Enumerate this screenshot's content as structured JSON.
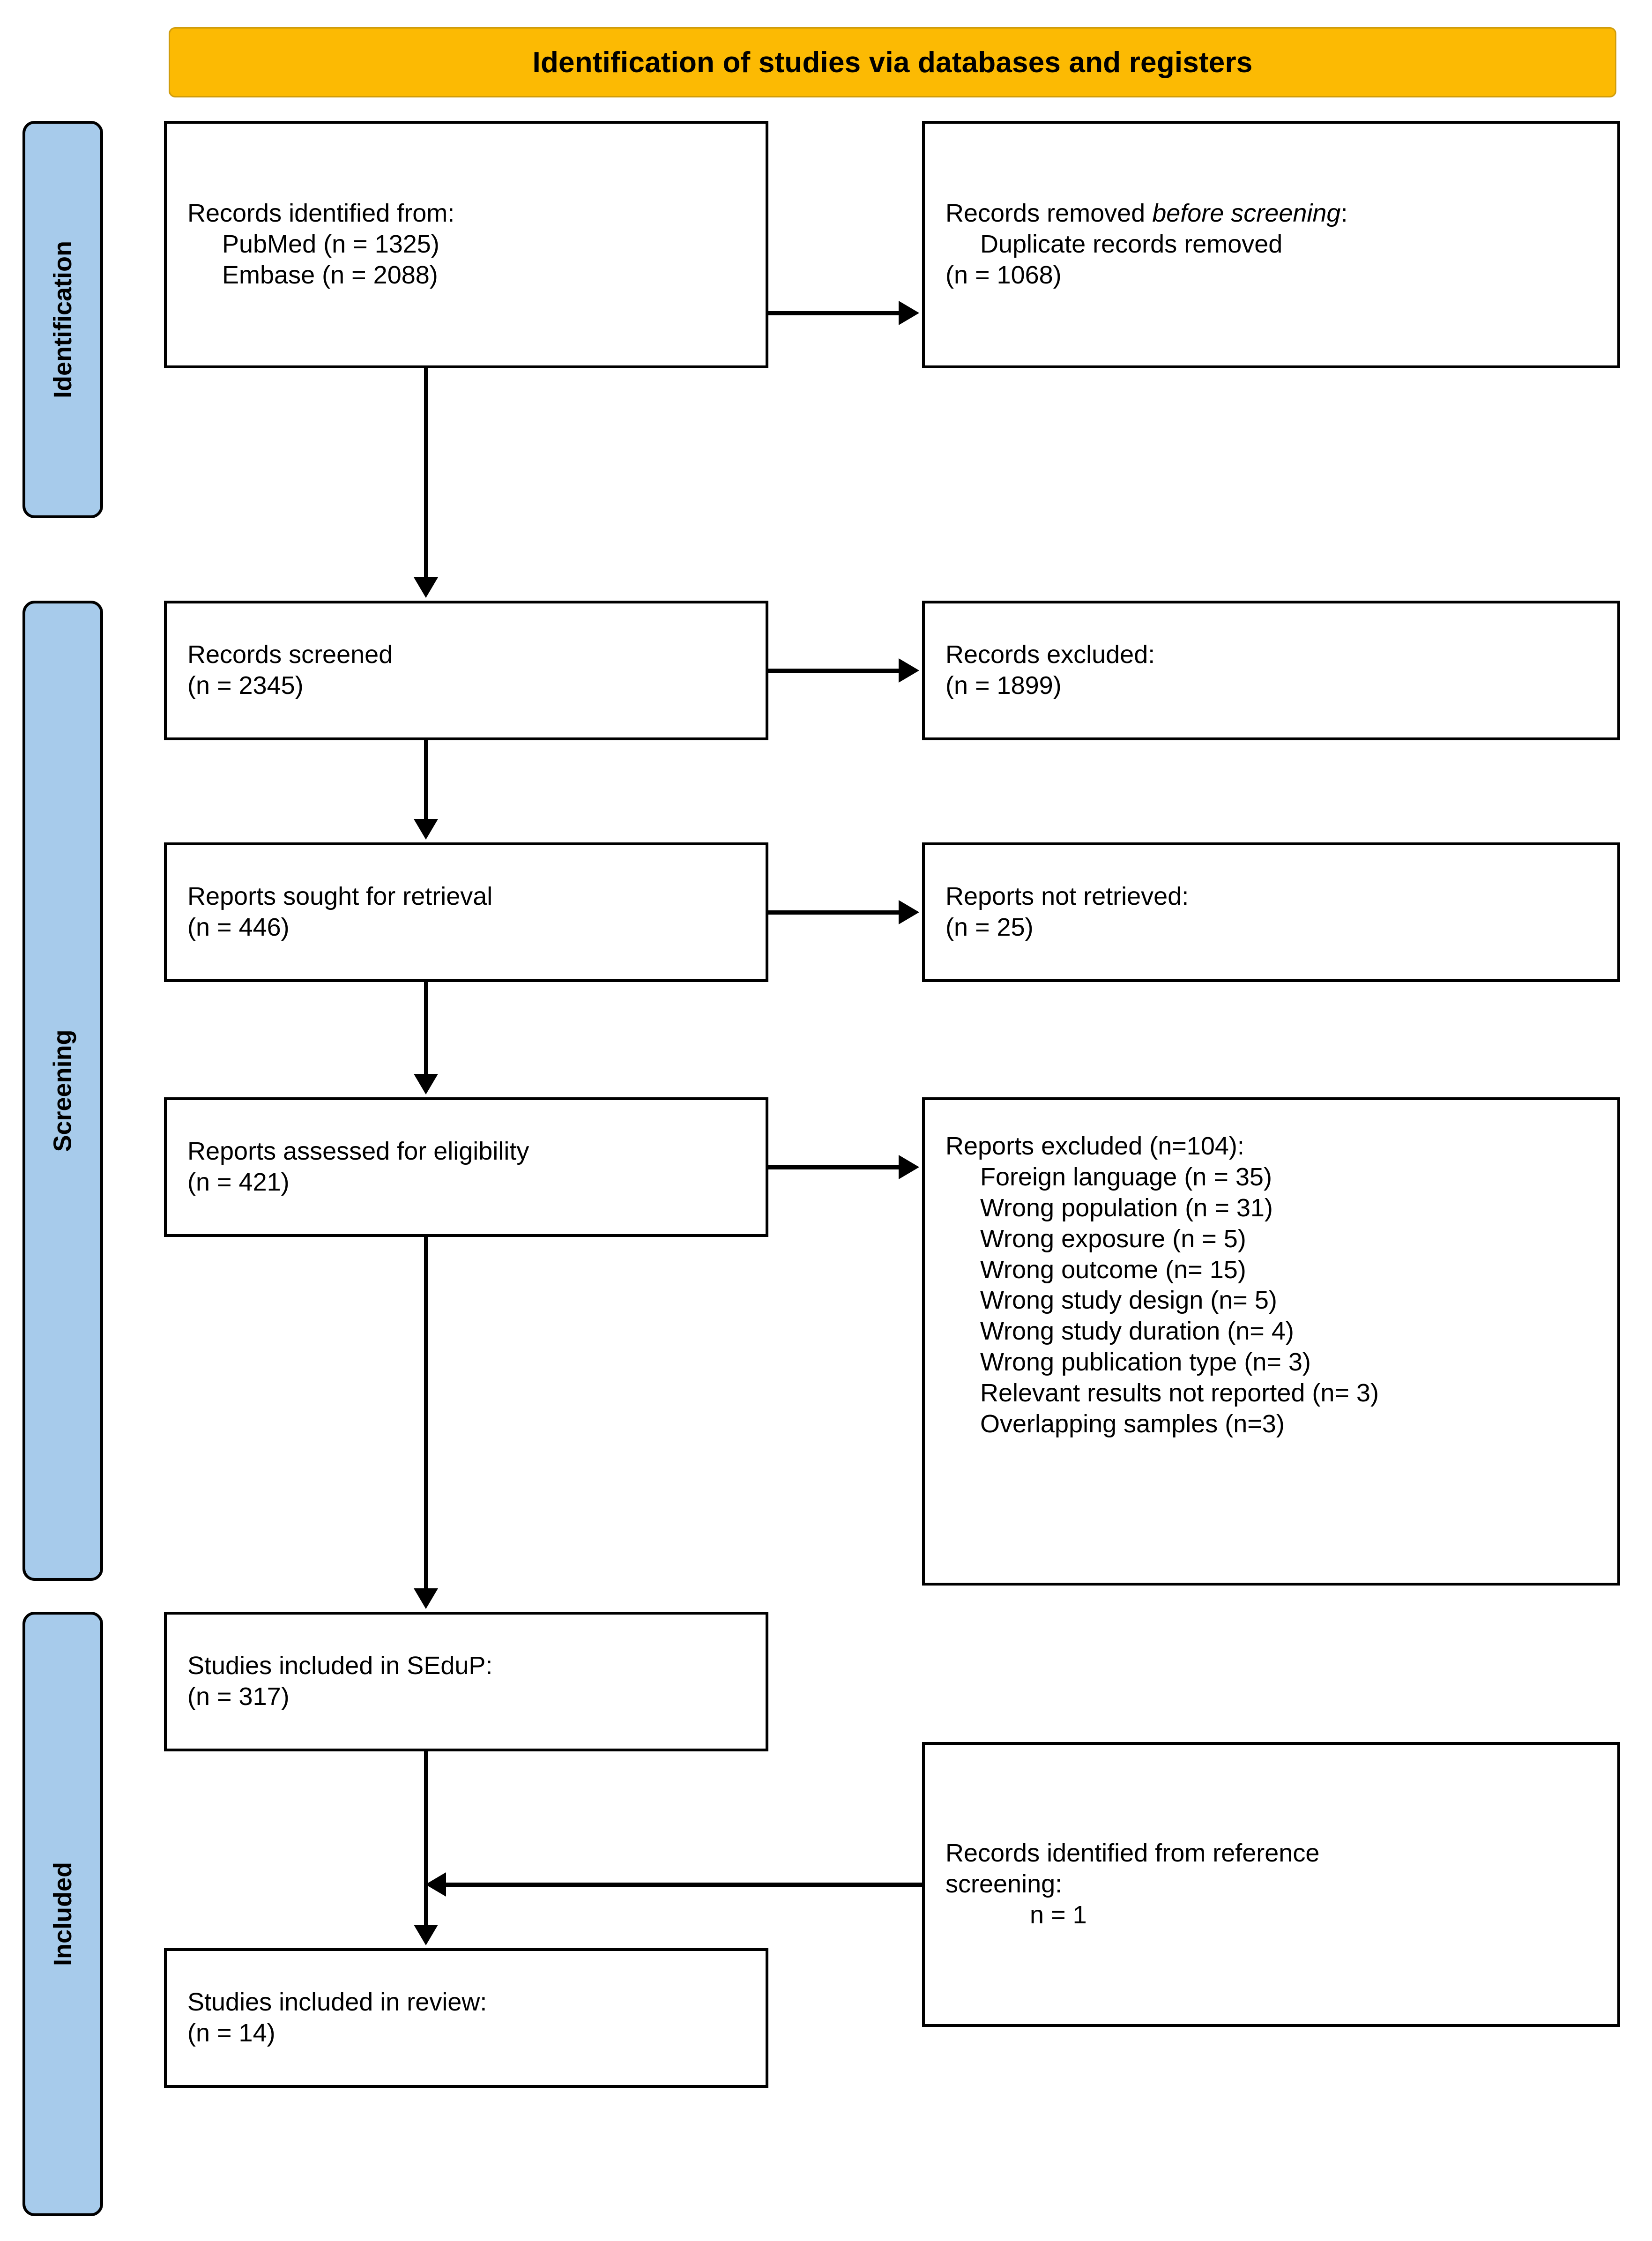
{
  "banner": {
    "title": "Identification of studies via databases and registers"
  },
  "stages": [
    {
      "key": "identification",
      "label": "Identification"
    },
    {
      "key": "screening",
      "label": "Screening"
    },
    {
      "key": "included",
      "label": "Included"
    }
  ],
  "colors": {
    "banner_fill": "#FCBA03",
    "banner_border": "#D09C0B",
    "stage_fill": "#A7CBEB",
    "box_fill": "#FFFFFF",
    "stroke": "#000000"
  },
  "boxes": {
    "identified": {
      "line1": "Records identified from:",
      "line2": "PubMed (n = 1325)",
      "line3": "Embase (n = 2088)"
    },
    "removed": {
      "line1_a": "Records removed ",
      "line1_b": "before screening",
      "line1_c": ":",
      "line2": "Duplicate records removed",
      "line3": "(n = 1068)"
    },
    "screened": {
      "line1": "Records screened",
      "line2": "(n = 2345)"
    },
    "records_excluded": {
      "line1": "Records excluded:",
      "line2": "(n = 1899)"
    },
    "sought": {
      "line1": "Reports sought for retrieval",
      "line2": "(n = 446)"
    },
    "not_retrieved": {
      "line1": "Reports not retrieved:",
      "line2": "(n = 25)"
    },
    "assessed": {
      "line1": "Reports assessed for eligibility",
      "line2": "(n = 421)"
    },
    "reports_excluded": {
      "header": "Reports excluded (n=104):",
      "reasons": [
        "Foreign language (n = 35)",
        "Wrong population (n = 31)",
        "Wrong exposure (n = 5)",
        "Wrong outcome (n= 15)",
        "Wrong study design (n= 5)",
        "Wrong study duration (n= 4)",
        "Wrong publication type (n= 3)",
        "Relevant results not reported (n= 3)",
        "Overlapping samples (n=3)"
      ]
    },
    "seedup": {
      "line1": "Studies included in SEduP:",
      "line2": "(n = 317)"
    },
    "reference_screening": {
      "line1": "Records identified from reference",
      "line2": "screening:",
      "line3": "n = 1"
    },
    "review": {
      "line1": "Studies included in review:",
      "line2": "(n = 14)"
    }
  }
}
